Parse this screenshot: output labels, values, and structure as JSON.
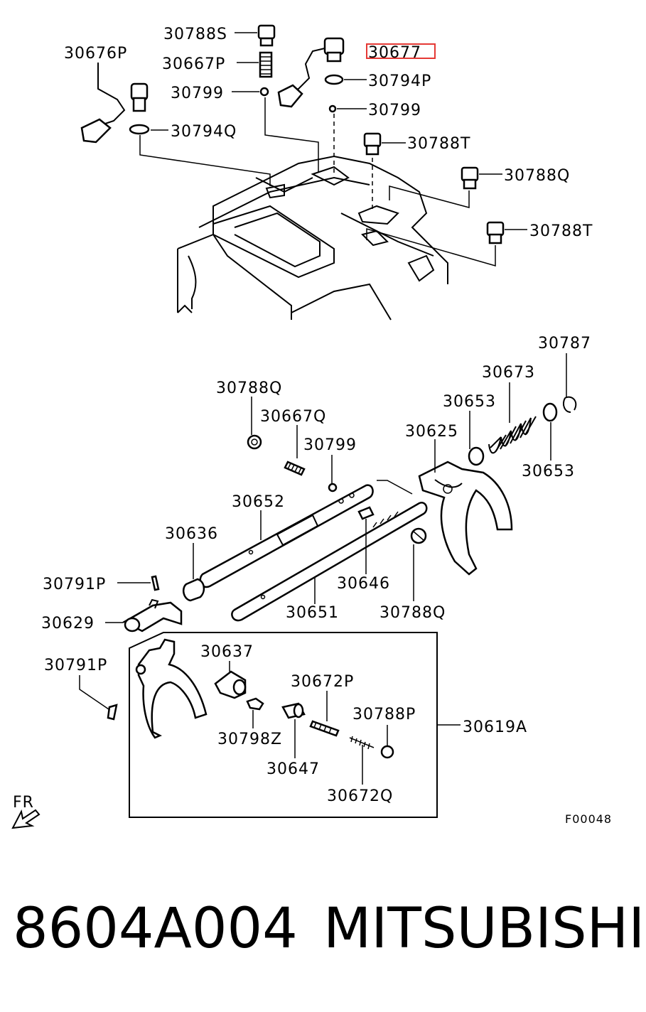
{
  "labels": {
    "l30788S": "30788S",
    "l30676P": "30676P",
    "l30667P": "30667P",
    "l30677": "30677",
    "l30794P": "30794P",
    "l30799a": "30799",
    "l30799b": "30799",
    "l30794Q": "30794Q",
    "l30788Ta": "30788T",
    "l30788Qa": "30788Q",
    "l30788Tb": "30788T",
    "l30787": "30787",
    "l30673": "30673",
    "l30788Qb": "30788Q",
    "l30667Q": "30667Q",
    "l30653a": "30653",
    "l30799c": "30799",
    "l30625": "30625",
    "l30653b": "30653",
    "l30652": "30652",
    "l30636": "30636",
    "l30791Pa": "30791P",
    "l30646": "30646",
    "l30629": "30629",
    "l30651": "30651",
    "l30788Qc": "30788Q",
    "l30637": "30637",
    "l30791Pb": "30791P",
    "l30672P": "30672P",
    "l30788P": "30788P",
    "l30619A": "30619A",
    "l30798Z": "30798Z",
    "l30647": "30647",
    "l30672Q": "30672Q"
  },
  "direction_label": "FR",
  "figure_code": "F00048",
  "highlight_color": "#e53935",
  "part_number": "8604A004",
  "brand": "MITSUBISHI"
}
